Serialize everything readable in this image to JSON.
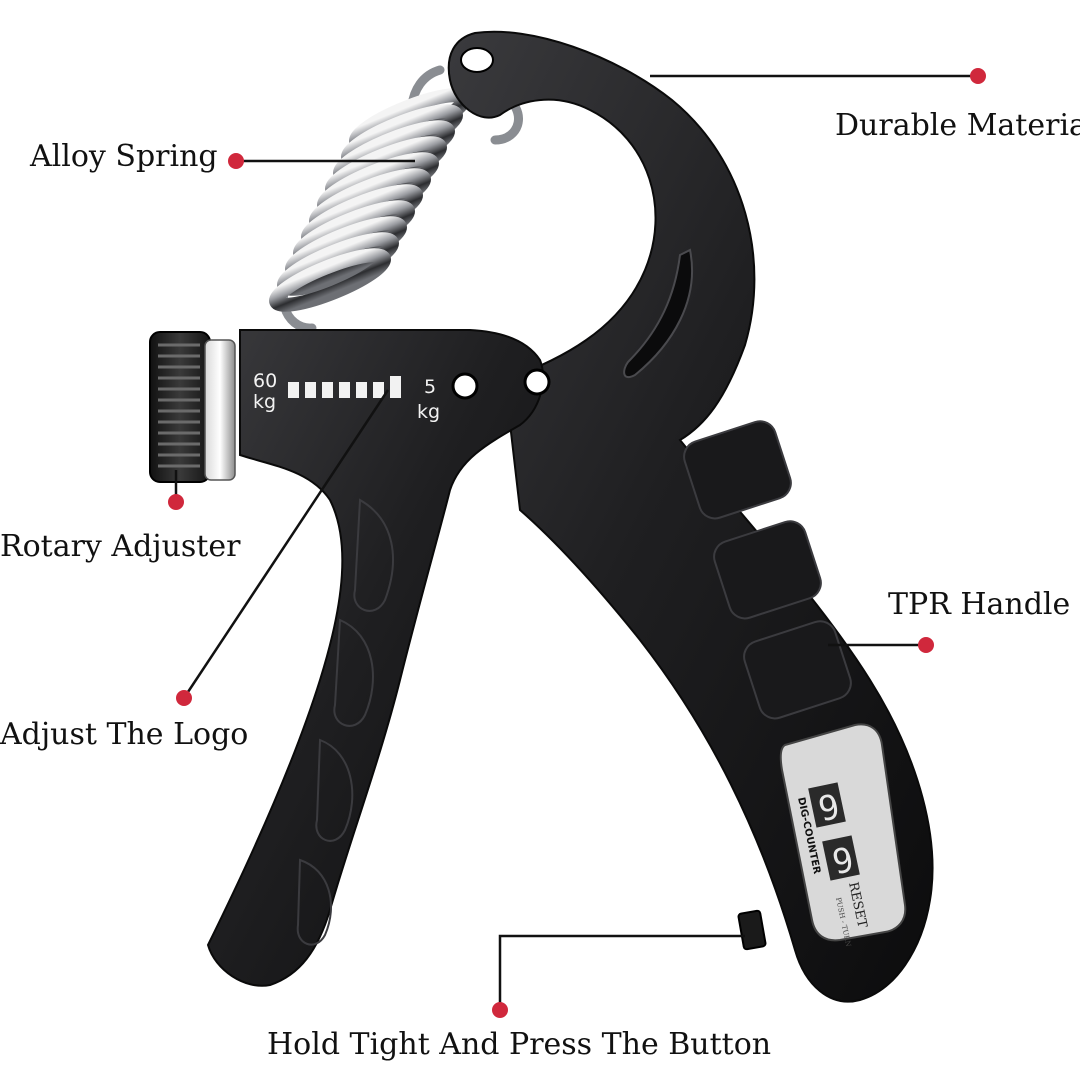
{
  "callouts": {
    "durable_material": "Durable Material",
    "alloy_spring": "Alloy Spring",
    "rotary_adjuster": "Rotary Adjuster",
    "tpr_handle": "TPR Handle",
    "adjust_logo": "Adjust The Logo",
    "hold_tight": "Hold Tight And Press The Button"
  },
  "scale": {
    "max_value": "60",
    "max_unit": "kg",
    "min_value": "5",
    "min_unit": "kg"
  },
  "counter": {
    "brand": "DIG-COUNTER",
    "digit_left": "9",
    "digit_right": "9",
    "reset_label": "RESET",
    "reset_hint": "PUSH - TURN"
  },
  "colors": {
    "body": "#1c1c1e",
    "dot": "#d0283c",
    "leader": "#111111",
    "spring": "#8a8d92",
    "screen": "#dcdcdc"
  }
}
